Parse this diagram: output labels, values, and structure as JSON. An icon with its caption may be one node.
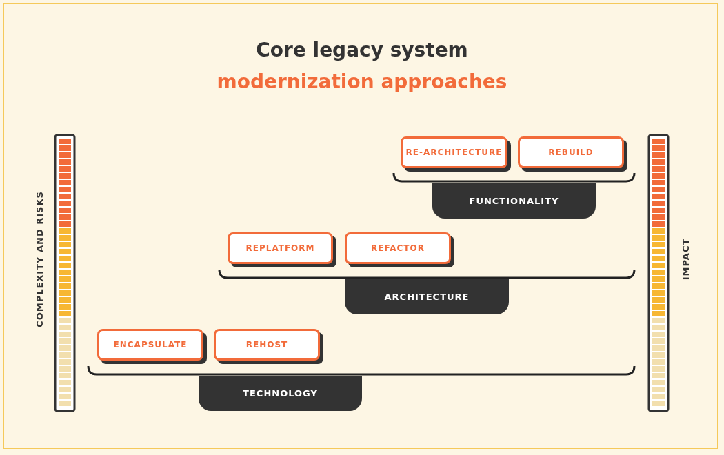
{
  "diagram": {
    "title": "Core legacy system",
    "nodes": [
      {
        "text": [
          "RE-ARCHITECTURE"
        ]
      },
      {
        "text": [
          "REBUILD"
        ]
      },
      {
        "text": [
          "FUNCTIONALITY"
        ]
      },
      {
        "text": [
          "REPLATFORM"
        ]
      },
      {
        "text": [
          "REFACTOR"
        ]
      },
      {
        "text": [
          "ARCHITECTURE"
        ]
      },
      {
        "text": [
          "ENCAPSULATE"
        ]
      },
      {
        "text": [
          "REHOST"
        ]
      },
      {
        "text": [
          "TECHNOLOGY"
        ]
      }
    ],
    "labels": [
      "modernization approaches",
      "COMPLEXITY AND RISKS",
      "IMPACT"
    ]
  }
}
